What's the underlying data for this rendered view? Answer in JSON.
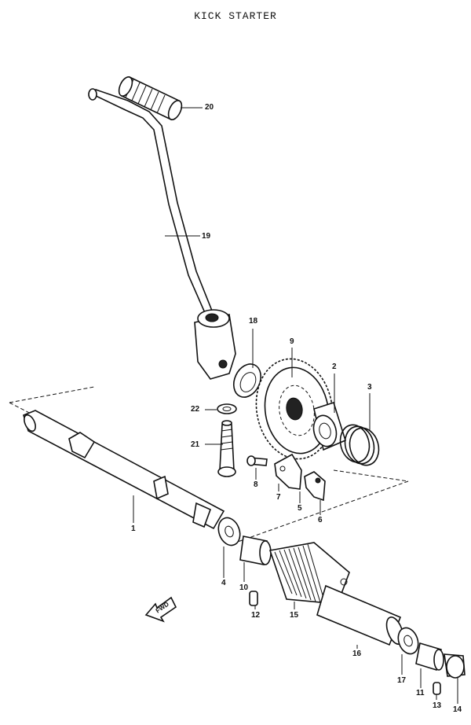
{
  "title": "KICK STARTER",
  "fwd_label": "FWD",
  "callouts": {
    "n1": "1",
    "n2": "2",
    "n3": "3",
    "n4": "4",
    "n5": "5",
    "n6": "6",
    "n7": "7",
    "n8": "8",
    "n9": "9",
    "n10": "10",
    "n11": "11",
    "n12": "12",
    "n13": "13",
    "n14": "14",
    "n15": "15",
    "n16": "16",
    "n17": "17",
    "n18": "18",
    "n19": "19",
    "n20": "20",
    "n21": "21",
    "n22": "22"
  }
}
